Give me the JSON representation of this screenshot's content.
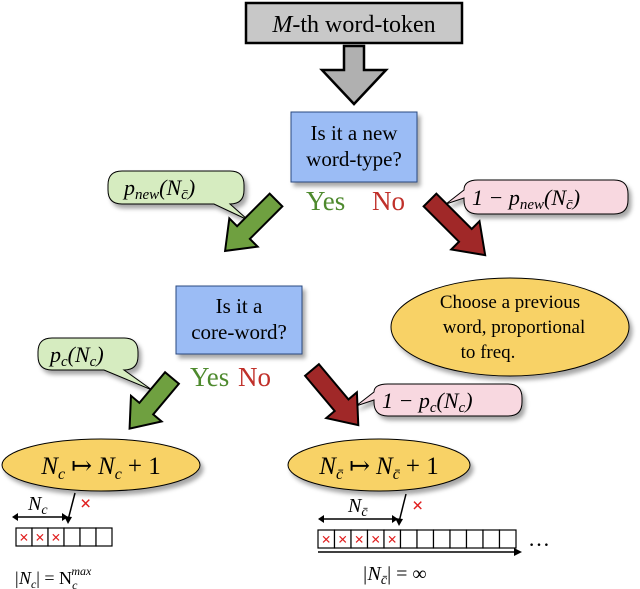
{
  "start": {
    "ordinal": "M",
    "rest": "-th word-token"
  },
  "q1": {
    "line1": "Is it a new",
    "line2": "word-type?"
  },
  "q1_yes": "Yes",
  "q1_no": "No",
  "q2": {
    "line1": "Is it a",
    "line2": "core-word?"
  },
  "q2_yes": "Yes",
  "q2_no": "No",
  "choose_prev": {
    "line1": "Choose a previous",
    "line2": "word, proportional",
    "line3": "to freq."
  },
  "callouts": {
    "p_new": {
      "p": "p",
      "sub": "new",
      "paren_open": "(N",
      "subbar": "c̄",
      "paren_close": ")"
    },
    "one_minus_p_new": {
      "prefix": "1 − p",
      "sub": "new",
      "paren_open": "(N",
      "subbar": "c̄",
      "paren_close": ")"
    },
    "p_c": {
      "p": "p",
      "sub": "c",
      "paren_open": "(N",
      "sub2": "c",
      "paren_close": ")"
    },
    "one_minus_p_c": {
      "prefix": "1 − p",
      "sub": "c",
      "paren_open": "(N",
      "sub2": "c",
      "paren_close": ")"
    }
  },
  "updates": {
    "core": {
      "lhs": "N",
      "lhs_sub": "c",
      "mapsto": "↦",
      "rhs": "N",
      "rhs_sub": "c",
      "plus": "+ 1"
    },
    "noncore": {
      "lhs": "N",
      "lhs_sub": "c̄",
      "mapsto": "↦",
      "rhs": "N",
      "rhs_sub": "c̄",
      "plus": "+ 1"
    }
  },
  "arrays": {
    "core": {
      "dim": "N",
      "dim_sub": "c",
      "cap_lhs": "|N",
      "cap_lhs_sub": "c",
      "cap_eq": "| = N",
      "cap_rhs_sub": "c",
      "cap_rhs_sup": "max",
      "cross": "×",
      "filled": 3,
      "total": 6
    },
    "noncore": {
      "dim": "N",
      "dim_sub": "c̄",
      "cap_lhs": "|N",
      "cap_lhs_sub": "c̄",
      "cap_eq": "| = ∞",
      "cross": "×",
      "ellipsis": "…",
      "filled": 5,
      "total": 12
    }
  },
  "colors": {
    "box_grey": "#c8c8c8",
    "box_blue": "#9bbcf5",
    "ellipse_yellow": "#f8d266",
    "callout_green": "#d6ecc0",
    "callout_pink": "#f8d8e0",
    "arrow_green": "#6fa040",
    "arrow_red": "#a02828",
    "arrow_grey": "#b0b0b0",
    "cross_red": "#e02020",
    "yes_green": "#4e8a2e",
    "no_red": "#c0302a"
  }
}
